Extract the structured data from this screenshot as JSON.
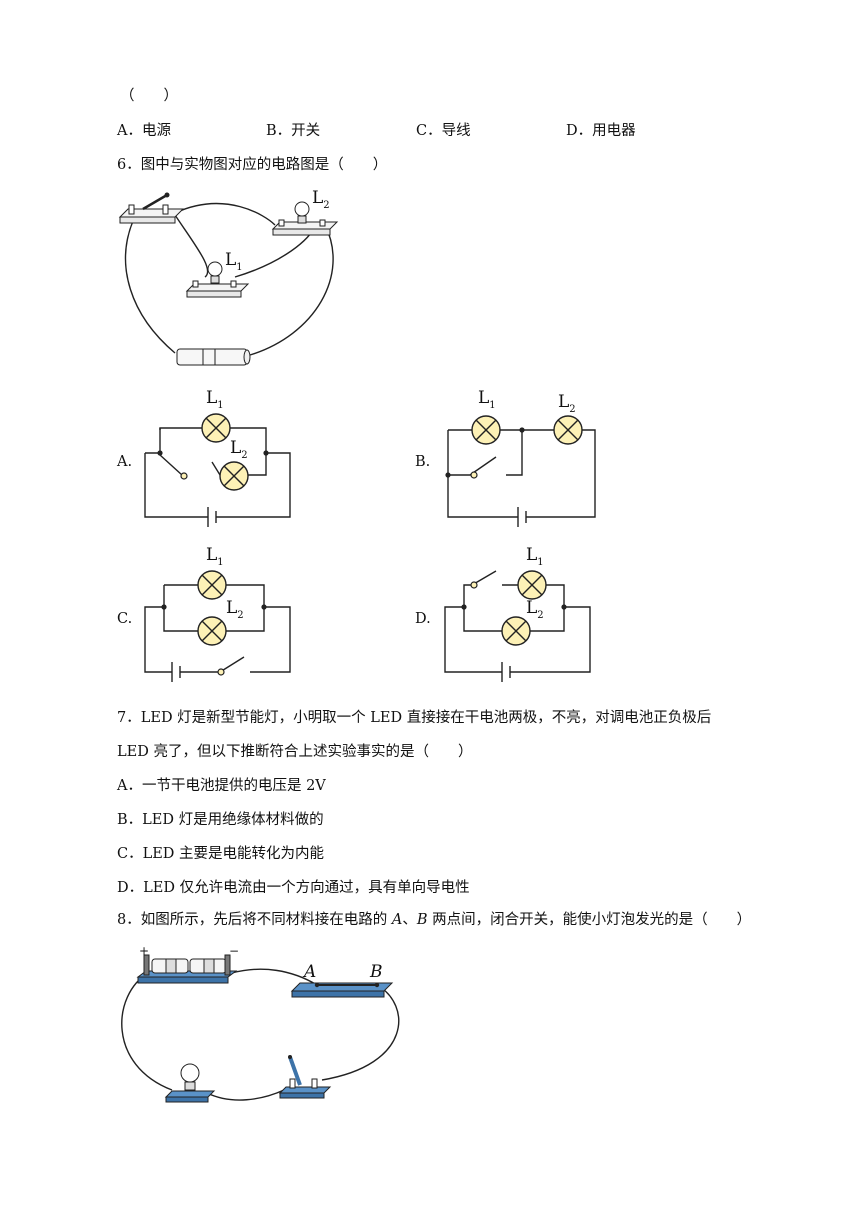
{
  "q5": {
    "paren": "（　　）",
    "options": [
      {
        "letter": "A．",
        "text": "电源"
      },
      {
        "letter": "B．",
        "text": "开关"
      },
      {
        "letter": "C．",
        "text": "导线"
      },
      {
        "letter": "D．",
        "text": "用电器"
      }
    ]
  },
  "q6": {
    "stem": "6．图中与实物图对应的电路图是（　　）",
    "photo_labels": {
      "l1": "L",
      "l1_sub": "1",
      "l2": "L",
      "l2_sub": "2"
    },
    "options": [
      {
        "letter": "A."
      },
      {
        "letter": "B."
      },
      {
        "letter": "C."
      },
      {
        "letter": "D."
      }
    ],
    "lamp_label": "L",
    "sub1": "1",
    "sub2": "2"
  },
  "q7": {
    "stem_line1": "7．LED 灯是新型节能灯，小明取一个 LED 直接接在干电池两极，不亮，对调电池正负极后",
    "stem_line2": "LED 亮了，但以下推断符合上述实验事实的是（　　）",
    "options": [
      "A．一节干电池提供的电压是 2V",
      "B．LED 灯是用绝缘体材料做的",
      "C．LED 主要是电能转化为内能",
      "D．LED 仅允许电流由一个方向通过，具有单向导电性"
    ]
  },
  "q8": {
    "stem_pre": "8．如图所示，先后将不同材料接在电路的 ",
    "a": "A",
    "sep": "、",
    "b": "B",
    "stem_post": " 两点间，闭合开关，能使小灯泡发光的是（　　）",
    "fig_a": "A",
    "fig_b": "B",
    "plus": "+",
    "minus": "−"
  }
}
